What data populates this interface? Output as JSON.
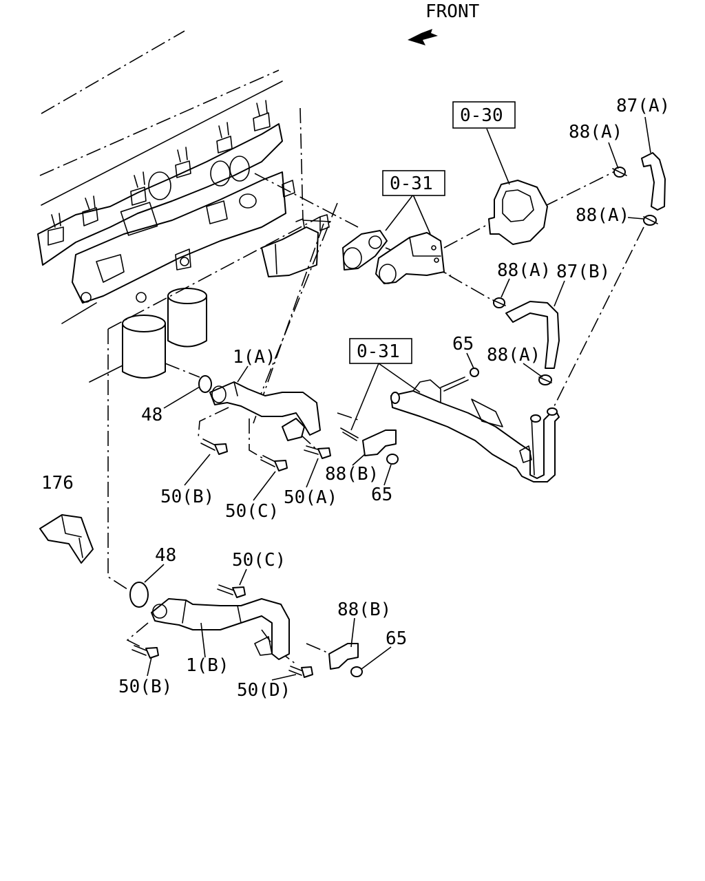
{
  "orientation": {
    "label": "FRONT"
  },
  "references": [
    "0-30",
    "0-31",
    "0-31"
  ],
  "callouts": {
    "p87a": "87(A)",
    "p88a_top": "88(A)",
    "p88a_mid": "88(A)",
    "p88a_left": "88(A)",
    "p87b": "87(B)",
    "p88a_right": "88(A)",
    "p65_top": "65",
    "p1a": "1(A)",
    "p48_top": "48",
    "p50b_top": "50(B)",
    "p50c_top": "50(C)",
    "p50a": "50(A)",
    "p88b_top": "88(B)",
    "p65_mid": "65",
    "p176": "176",
    "p48_bottom": "48",
    "p50c_bottom": "50(C)",
    "p88b_bottom": "88(B)",
    "p65_bottom": "65",
    "p1b": "1(B)",
    "p50b_bottom": "50(B)",
    "p50d": "50(D)"
  }
}
